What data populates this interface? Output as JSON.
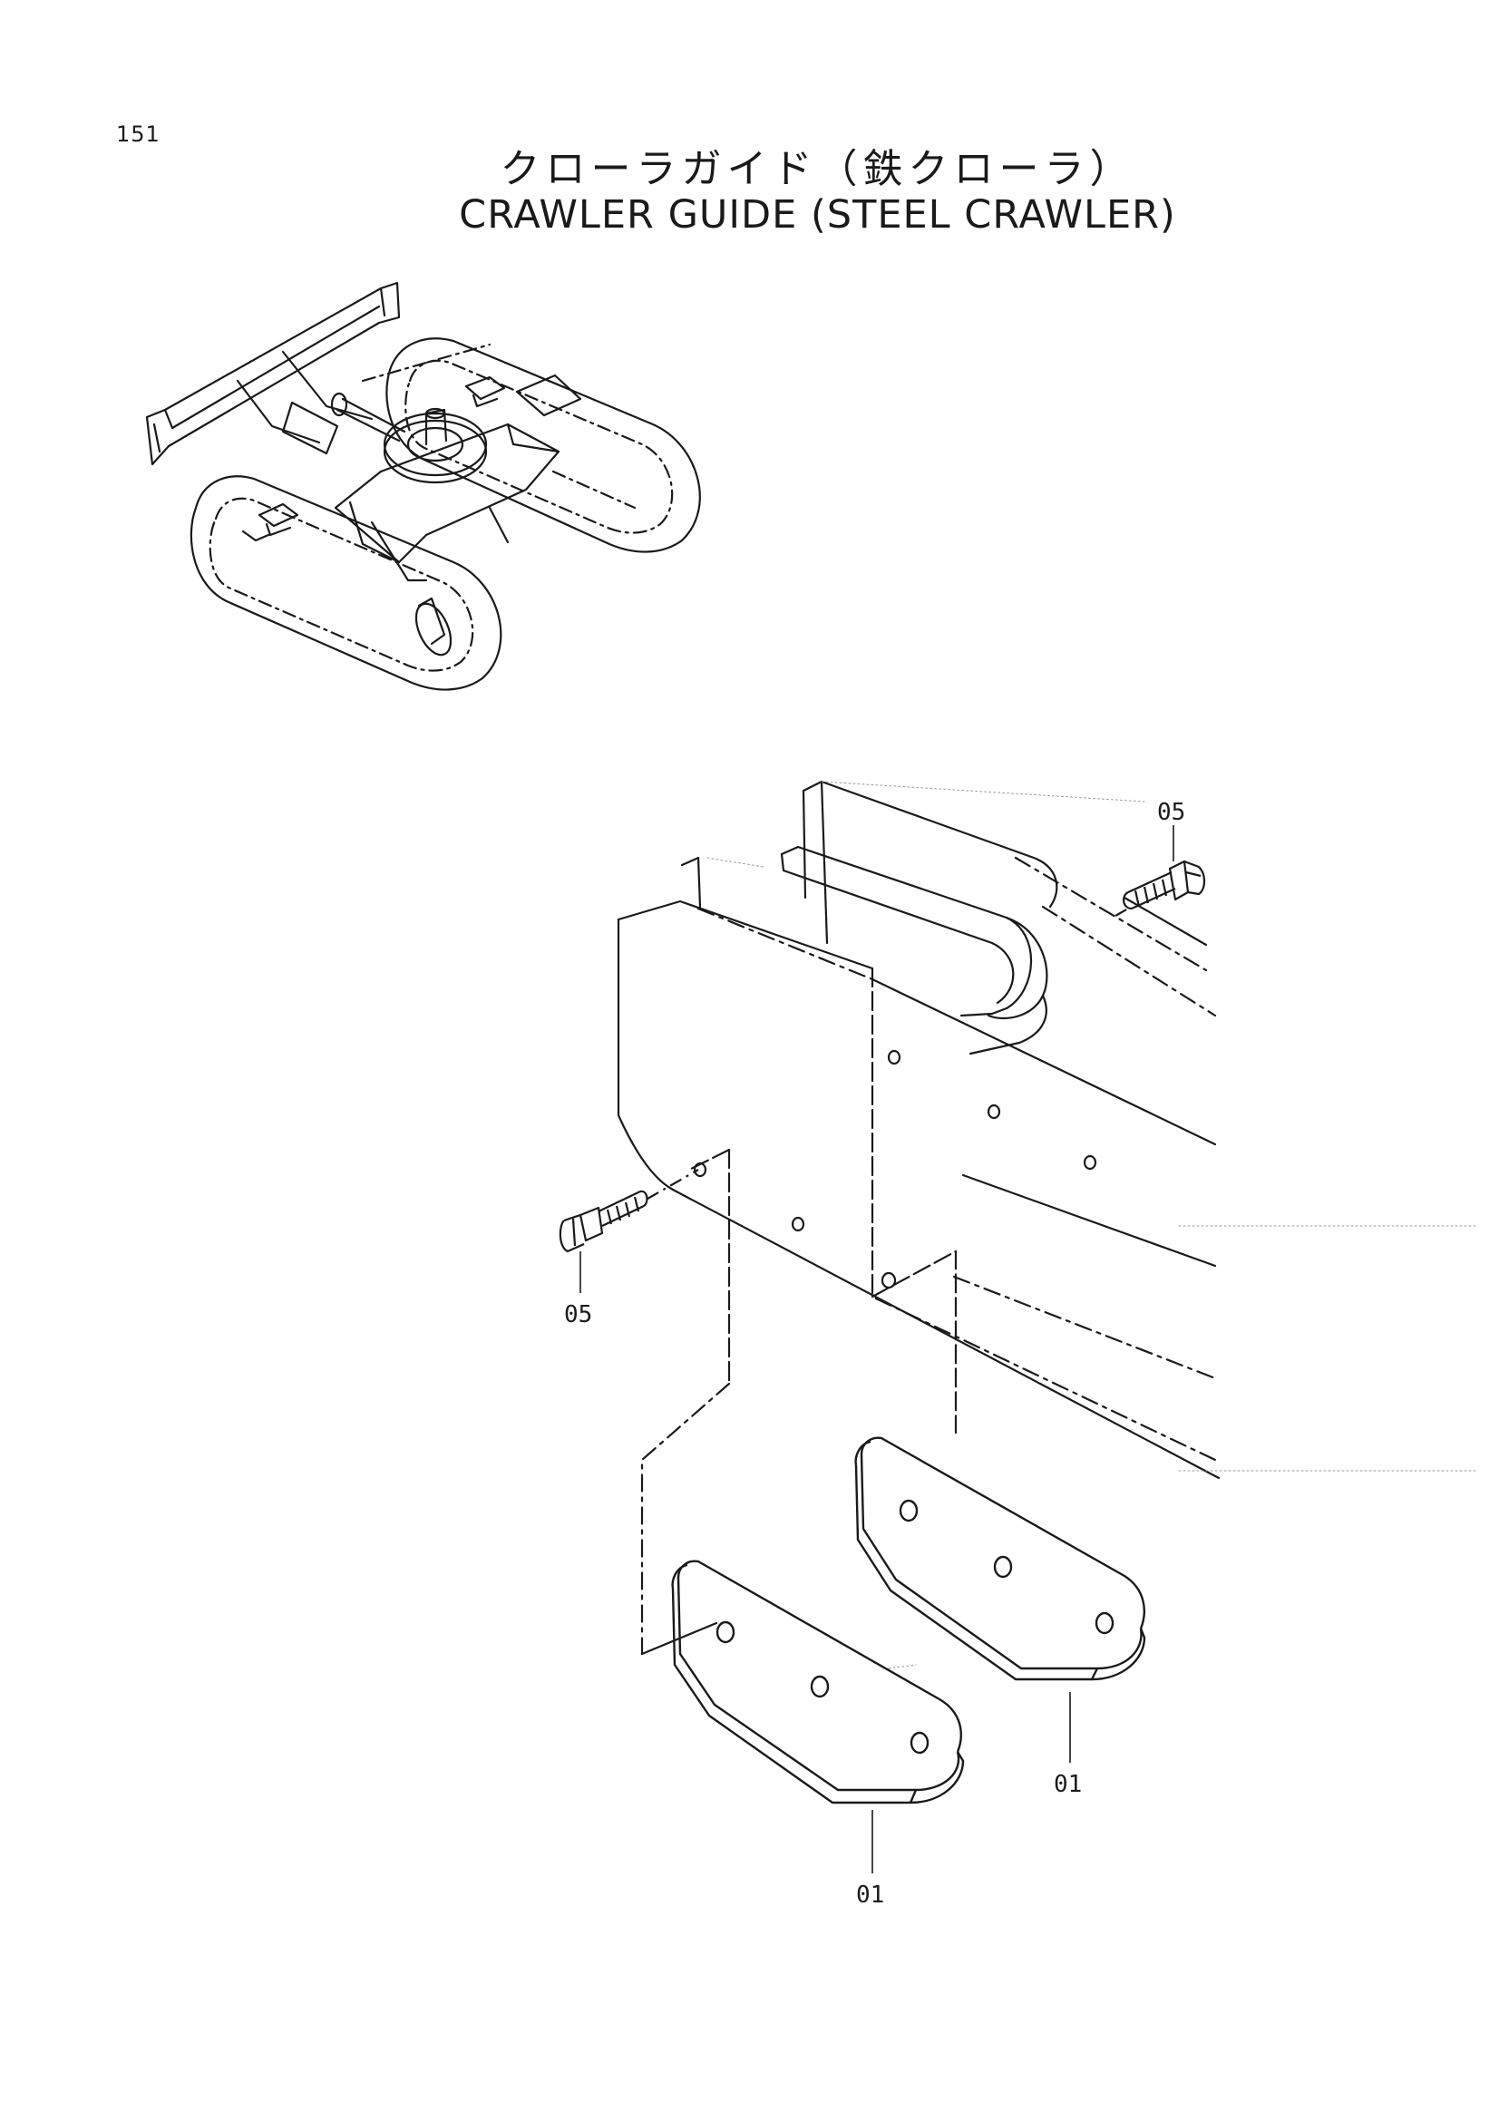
{
  "page": {
    "number": "151",
    "title_jp": "クローラガイド（鉄クローラ）",
    "title_en": "CRAWLER GUIDE (STEEL CRAWLER)"
  },
  "callouts": {
    "bolt_top": "05",
    "bolt_left": "05",
    "guide_right": "01",
    "guide_left": "01"
  },
  "colors": {
    "line": "#1a1a1a",
    "faint": "#9a9a9a",
    "background": "#ffffff"
  }
}
